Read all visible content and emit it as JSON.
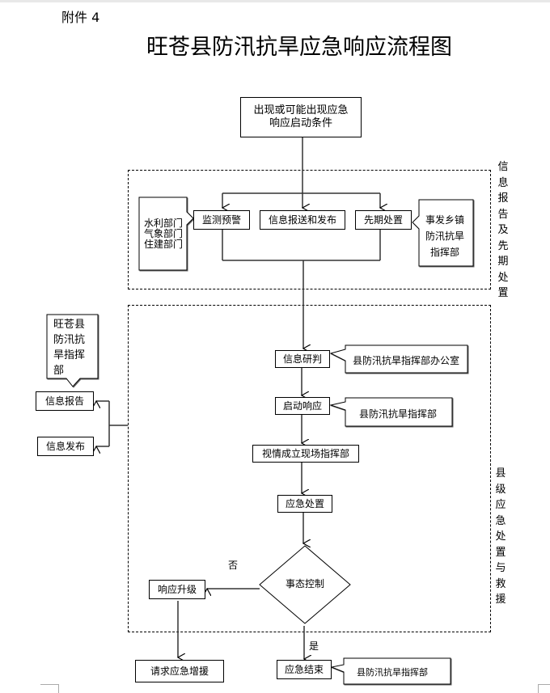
{
  "header": {
    "attachment_label": "附件 4",
    "title": "旺苍县防汛抗旱应急响应流程图"
  },
  "regions": {
    "info_report": {
      "label": "信息报告及先期处置"
    },
    "county_response": {
      "label": "县级应急处置与救援"
    }
  },
  "nodes": {
    "start": "出现或可能出现应急响应启动条件",
    "monitor_warning": "监测预警",
    "info_release": "信息报送和发布",
    "early_disposal": "先期处置",
    "departments": "水利部门\n气象部门\n住建部门",
    "township_hq": "事发乡镇防汛抗旱指挥部",
    "county_hq_note": "旺苍县防汛抗旱指挥部",
    "info_report": "信息报告",
    "info_publish": "信息发布",
    "info_analysis": "信息研判",
    "analysis_owner": "县防汛抗旱指挥部办公室",
    "start_response": "启动响应",
    "response_owner": "县防汛抗旱指挥部",
    "field_hq": "视情成立现场指挥部",
    "emergency_disposal": "应急处置",
    "situation_control": "事态控制",
    "response_upgrade": "响应升级",
    "request_support": "请求应急增援",
    "response_end": "应急结束",
    "end_owner": "县防汛抗旱指挥部"
  },
  "edge_labels": {
    "no": "否",
    "yes": "是"
  }
}
